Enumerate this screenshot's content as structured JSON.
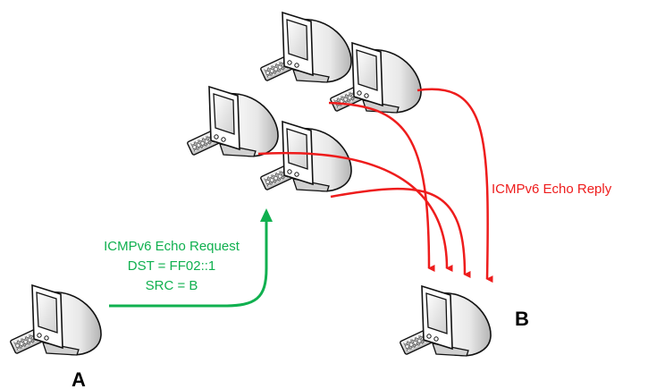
{
  "nodes": {
    "sender_label": "A",
    "target_label": "B",
    "group_icon": "computer-icon"
  },
  "request": {
    "line1": "ICMPv6 Echo Request",
    "line2": "DST = FF02::1",
    "line3": "SRC = B",
    "color": "#10b04f"
  },
  "reply": {
    "label": "ICMPv6 Echo Reply",
    "color": "#ee1c1c"
  }
}
